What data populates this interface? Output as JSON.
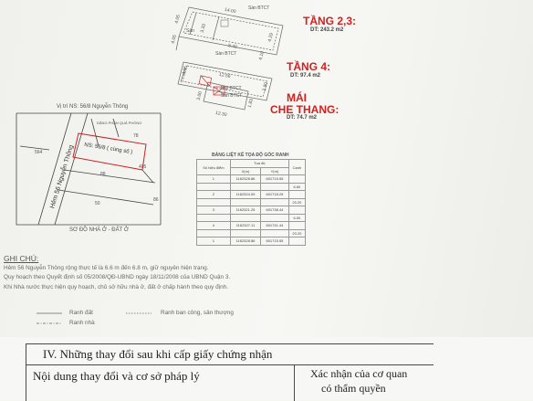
{
  "floors": {
    "tang23": {
      "name": "TẦNG 2,3:",
      "area": "DT: 243.2 m2"
    },
    "tang4": {
      "name": "TẦNG 4:",
      "area": "DT: 97.4 m2"
    },
    "mai": {
      "name": "MÁI",
      "name2": "CHE THANG:",
      "area": "DT: 74.7 m2"
    }
  },
  "plan_labels": {
    "san_btct": "Sàn BTCT",
    "san": "Sàn",
    "mai_btct": "Mái BTCT",
    "dims": [
      "14.00",
      "4.05",
      "4.29",
      "3.33",
      "5.40",
      "4.10",
      "4.05",
      "2.80",
      "12.30",
      "12.56",
      "1.83",
      "3.00",
      "4.05"
    ]
  },
  "site": {
    "location": "Vị trí NS: 56/8 Nguyễn Thông",
    "road": "Hẻm 56 Nguyễn Thông",
    "lot": "NS: 56/8 ( cùng số )",
    "neighbors": [
      "564",
      "78",
      "88",
      "405",
      "50",
      "86"
    ],
    "title": "SƠ ĐỒ NHÀ Ở - ĐẤT Ở",
    "top_label": "DÃNG PHẦN QUẢ PHÒNG"
  },
  "coord_table": {
    "title": "BẢNG LIỆT KÊ TỌA ĐỘ GÓC RANH",
    "headers": [
      "Số hiệu điểm",
      "Tọa độ",
      "Cạnh"
    ],
    "subheaders": [
      "X(m)",
      "Y(m)"
    ],
    "rows": [
      [
        "1",
        "1162328.86",
        "601715.55",
        ""
      ],
      [
        "",
        "",
        "",
        "6.60"
      ],
      [
        "2",
        "1162324.09",
        "601718.25",
        ""
      ],
      [
        "",
        "",
        "",
        "20.20"
      ],
      [
        "3",
        "1162321.25",
        "601738.44",
        ""
      ],
      [
        "",
        "",
        "",
        "6.00"
      ],
      [
        "4",
        "1162327.11",
        "601741.44",
        ""
      ],
      [
        "",
        "",
        "",
        "20.20"
      ],
      [
        "1",
        "1162328.86",
        "601715.55",
        ""
      ]
    ]
  },
  "notes": {
    "heading": "GHI CHÚ:",
    "lines": [
      "Hẻm 56 Nguyễn Thông rộng thực tế là 6.6 m đến 6.8 m, giữ nguyên hiện trạng.",
      "Quy hoạch theo Quyết định số 05/2008/QĐ-UBND ngày 18/11/2008 của UBND Quận 3.",
      "Khi Nhà nước thực hiện quy hoạch, chủ sở hữu nhà ở, đất ở chấp hành theo quy định."
    ],
    "legend": {
      "ranh_dat": "Ranh đất",
      "ranh_ban_cong": "Ranh ban công, sân thượng",
      "ranh_nha": "Ranh nhà"
    }
  },
  "section_iv": {
    "title": "IV. Những thay đổi sau khi cấp giấy chứng nhận",
    "col1": "Nội dung thay đổi và cơ sở pháp lý",
    "col2_line1": "Xác nhận của cơ quan",
    "col2_line2": "có thẩm quyền"
  }
}
